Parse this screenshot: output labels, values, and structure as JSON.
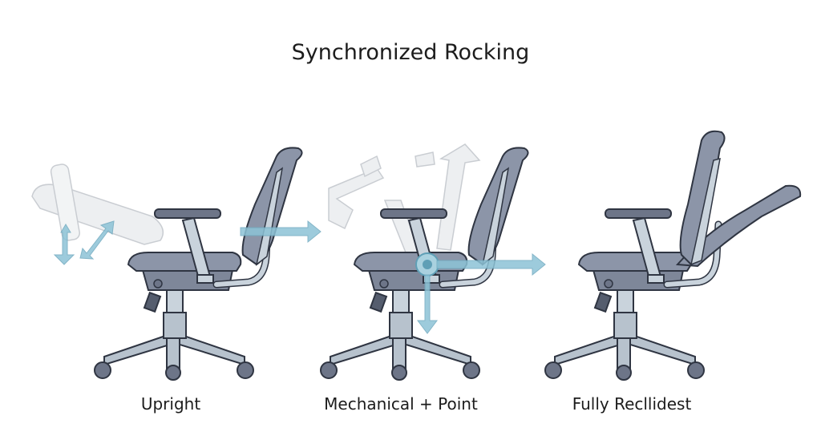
{
  "title": "Synchronized Rocking",
  "panels": [
    {
      "label": "Upright"
    },
    {
      "label": "Mechanical + Point"
    },
    {
      "label": "Fully Recllidest"
    }
  ],
  "colors": {
    "outline": "#2f3542",
    "seat": "#8c95a8",
    "frame": "#c9d3dc",
    "ghost": "#d9dde2",
    "arrow": "#8cc3d6"
  }
}
